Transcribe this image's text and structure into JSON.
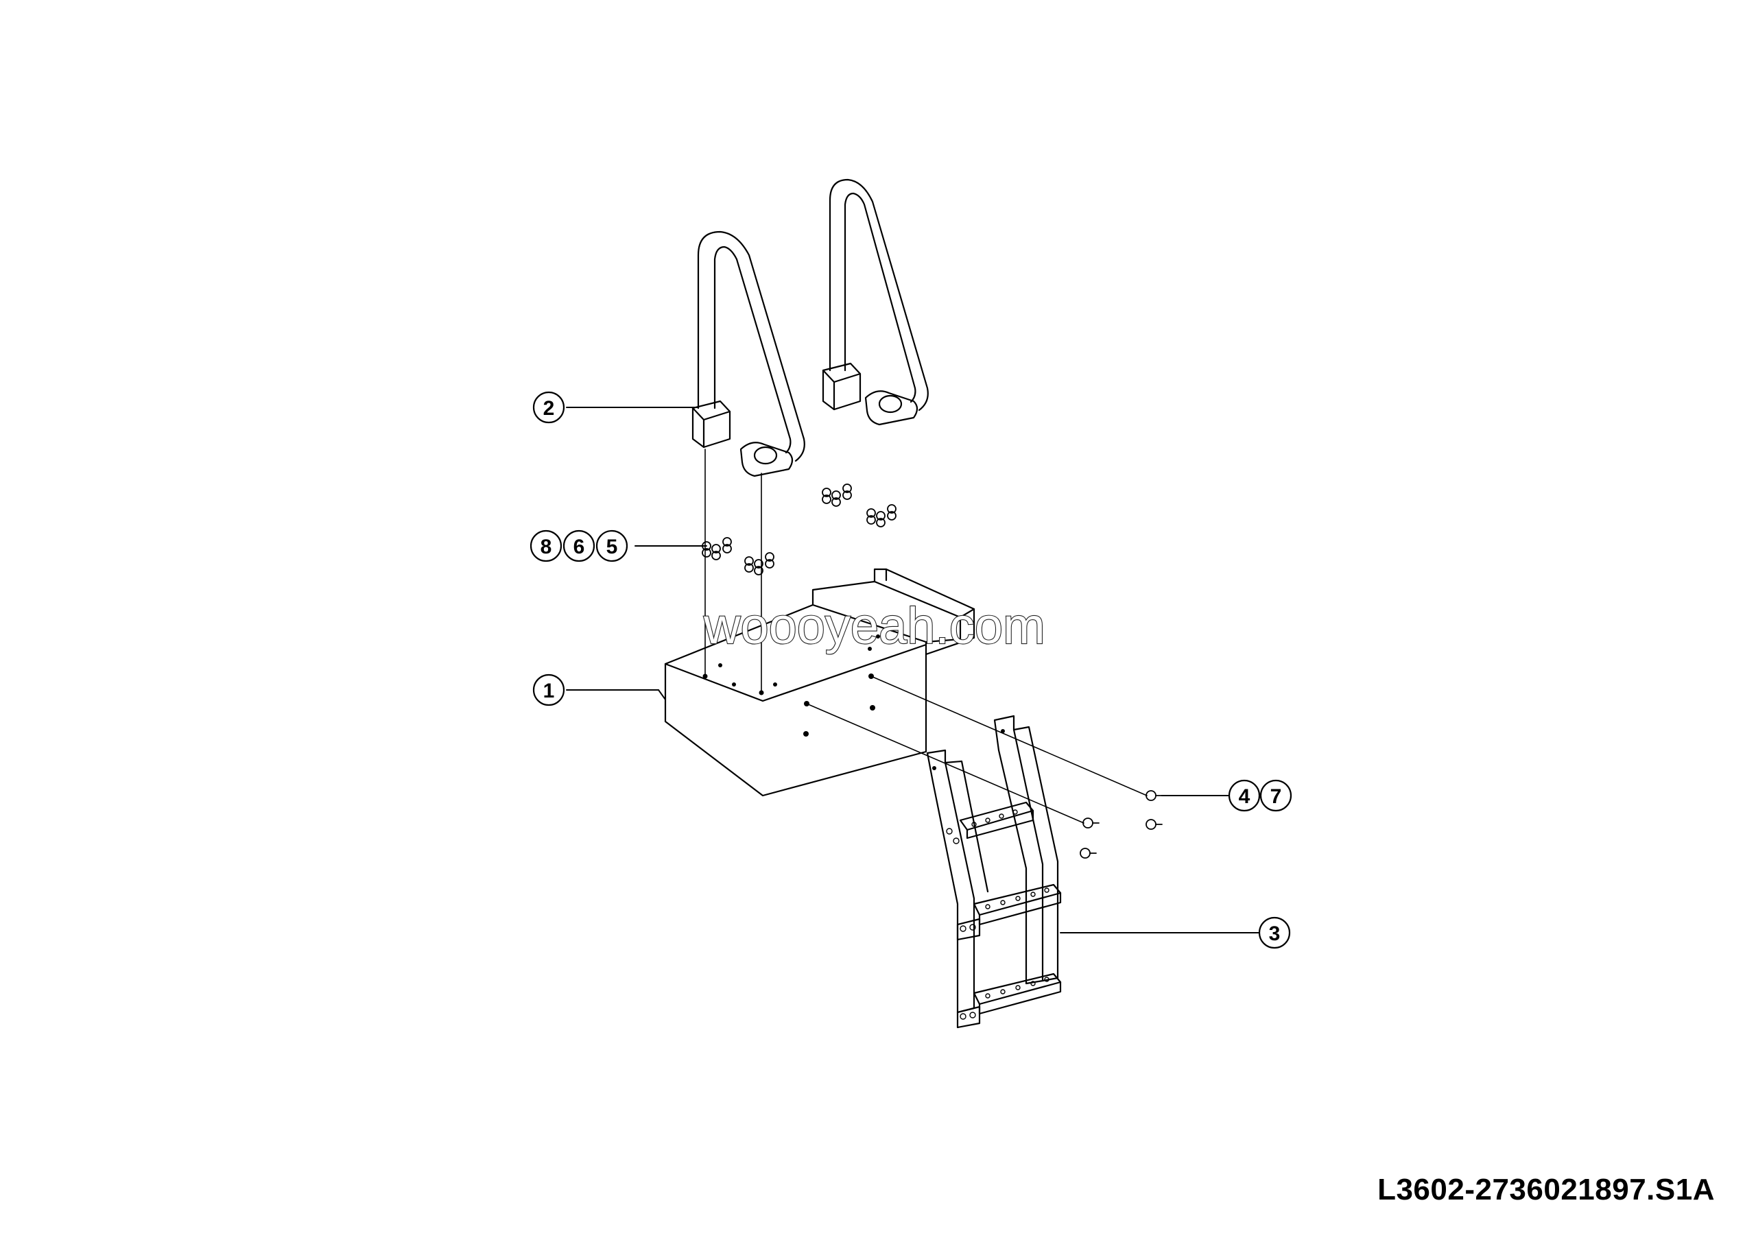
{
  "drawing": {
    "code": "L3602-2736021897.S1A",
    "watermark": "woooyeah.com",
    "callouts": [
      {
        "id": "callout-1",
        "labels": [
          "1"
        ]
      },
      {
        "id": "callout-2",
        "labels": [
          "2"
        ]
      },
      {
        "id": "callout-3",
        "labels": [
          "3"
        ]
      },
      {
        "id": "callout-865",
        "labels": [
          "8",
          "6",
          "5"
        ]
      },
      {
        "id": "callout-47",
        "labels": [
          "4",
          "7"
        ]
      }
    ]
  }
}
